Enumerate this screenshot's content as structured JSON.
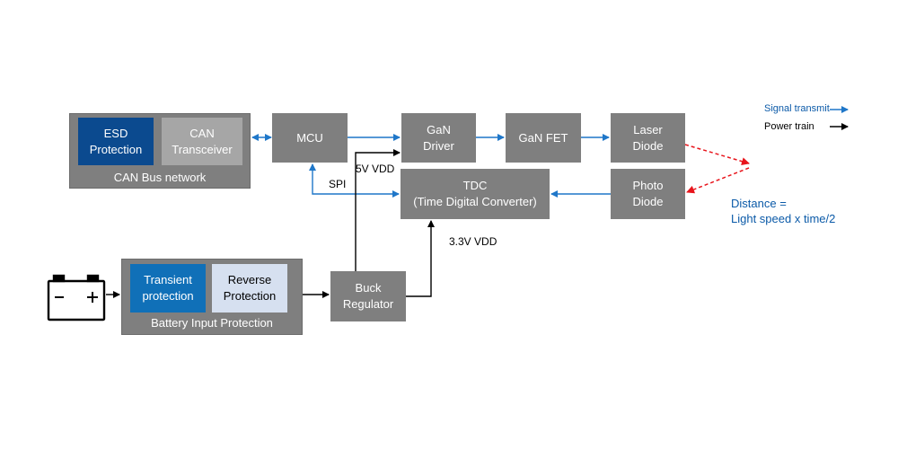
{
  "can_group": {
    "label": "CAN Bus network",
    "esd": "ESD\nProtection",
    "transceiver": "CAN\nTransceiver"
  },
  "mcu": "MCU",
  "gan_driver": "GaN\nDriver",
  "gan_fet": "GaN FET",
  "laser_diode": "Laser\nDiode",
  "photo_diode": "Photo\nDiode",
  "tdc": "TDC\n(Time Digital Converter)",
  "battery_group": {
    "label": "Battery Input Protection",
    "transient": "Transient\nprotection",
    "reverse": "Reverse\nProtection"
  },
  "buck": "Buck\nRegulator",
  "labels": {
    "v5": "5V VDD",
    "v33": "3.3V VDD",
    "spi": "SPI"
  },
  "distance_note": {
    "line1": "Distance =",
    "line2": "Light speed x time/2"
  },
  "legend": {
    "signal": "Signal transmit",
    "power": "Power train"
  },
  "colors": {
    "block_grey": "#7f7f7f",
    "esd_blue": "#0b4a8f",
    "transient_blue": "#1070b8",
    "reverse_light": "#d6e0f0",
    "transceiver_grey": "#a6a6a6",
    "signal_blue": "#1f77c9",
    "laser_red": "#e8141b",
    "text_blue": "#0b5aa8"
  }
}
